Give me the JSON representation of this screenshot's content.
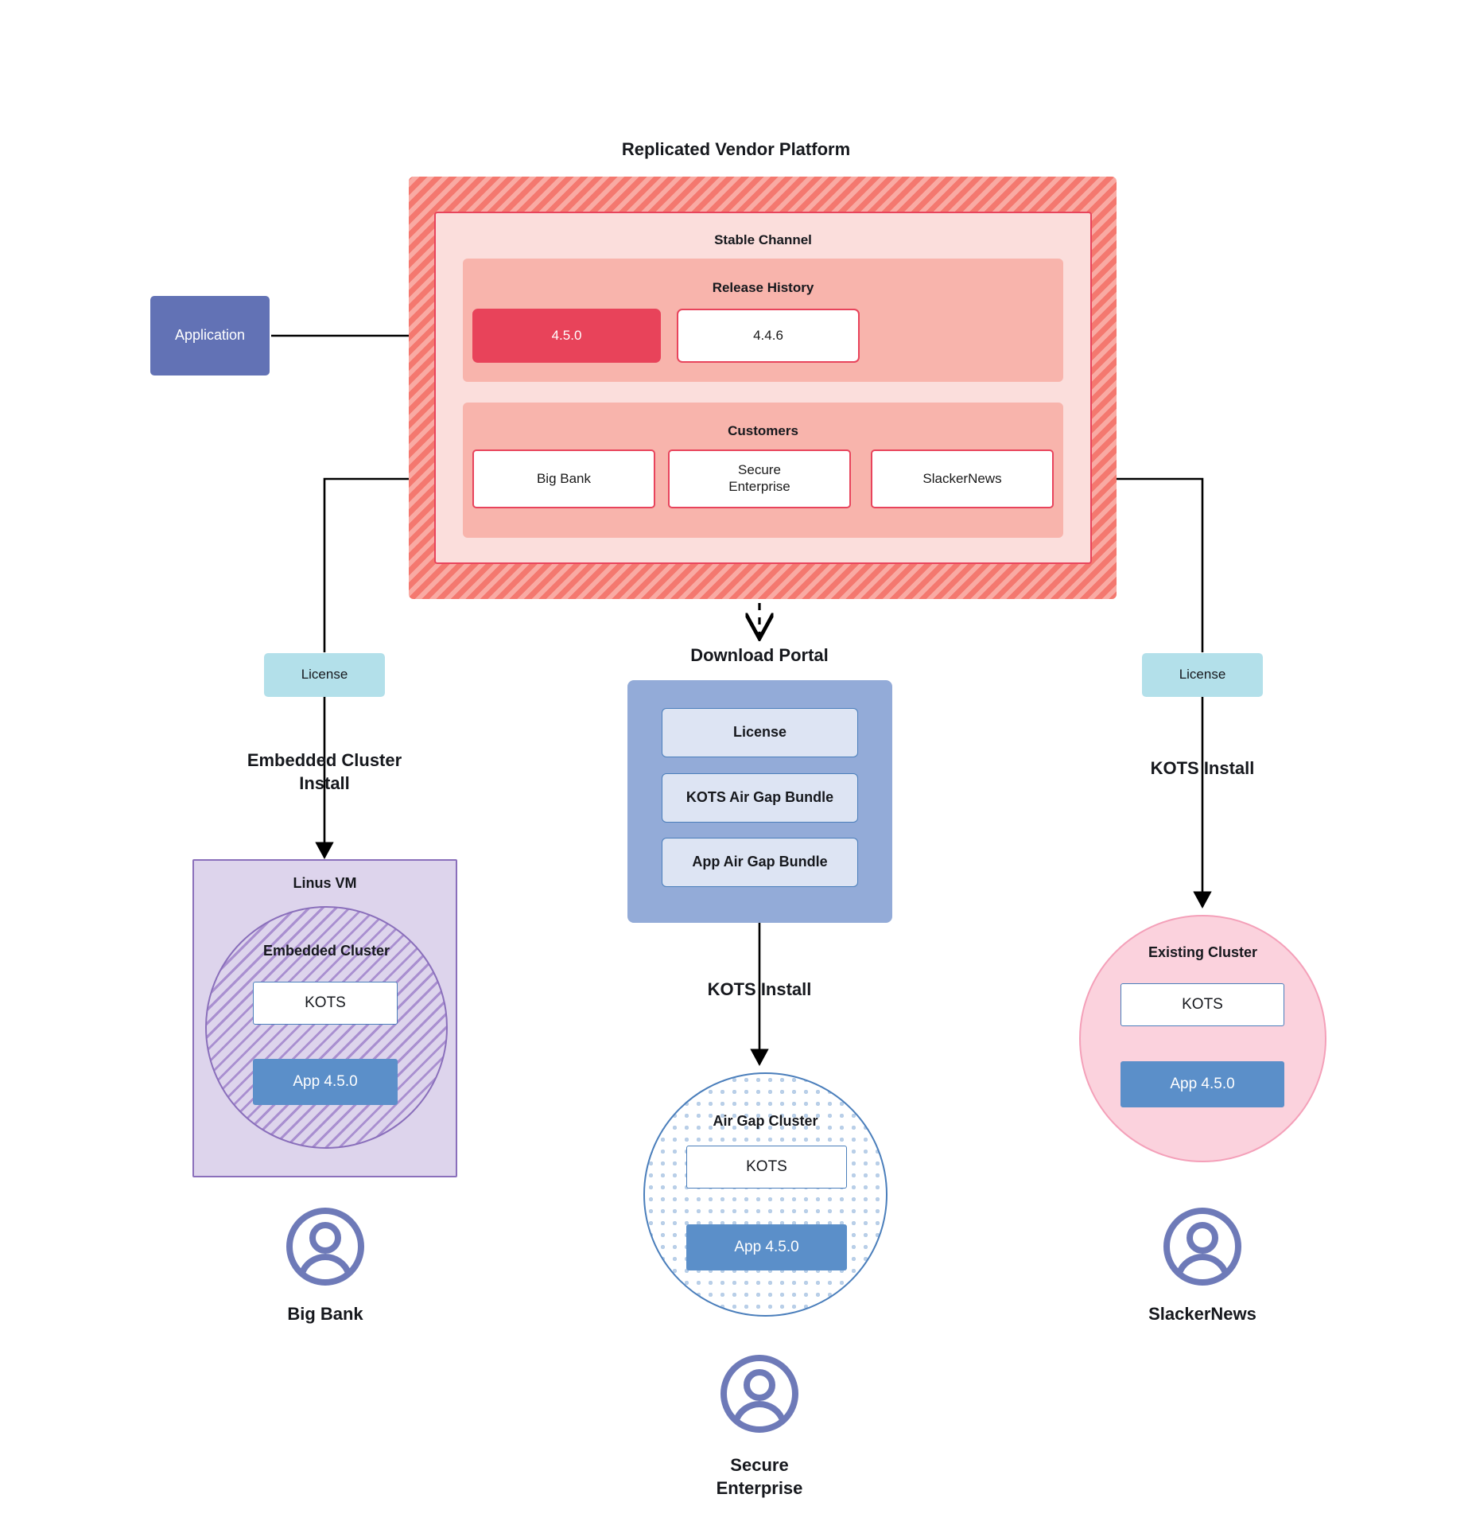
{
  "diagram": {
    "title": "Replicated Vendor Platform",
    "type": "architecture-flow"
  },
  "source": {
    "application_label": "Application"
  },
  "vendor_platform": {
    "channel_title": "Stable Channel",
    "release_history": {
      "title": "Release History",
      "releases": [
        {
          "version": "4.5.0",
          "state": "active"
        },
        {
          "version": "4.4.6",
          "state": "previous"
        }
      ]
    },
    "customers": {
      "title": "Customers",
      "items": [
        {
          "name": "Big Bank"
        },
        {
          "name": "Secure\nEnterprise"
        },
        {
          "name": "SlackerNews"
        }
      ]
    }
  },
  "branches": {
    "left": {
      "license_label": "License",
      "install_label": "Embedded Cluster\nInstall",
      "host_title": "Linus VM",
      "cluster_title": "Embedded Cluster",
      "kots_label": "KOTS",
      "app_label": "App 4.5.0",
      "persona": "Big Bank"
    },
    "center": {
      "portal_title": "Download  Portal",
      "portal_items": [
        {
          "label": "License"
        },
        {
          "label": "KOTS Air Gap Bundle"
        },
        {
          "label": "App Air Gap Bundle"
        }
      ],
      "install_label": "KOTS Install",
      "cluster_title": "Air Gap Cluster",
      "kots_label": "KOTS",
      "app_label": "App 4.5.0",
      "persona": "Secure\nEnterprise"
    },
    "right": {
      "license_label": "License",
      "install_label": "KOTS Install",
      "cluster_title": "Existing Cluster",
      "kots_label": "KOTS",
      "app_label": "App 4.5.0",
      "persona": "SlackerNews"
    }
  },
  "colors": {
    "vendor_hatch": "#f4786f",
    "channel_bg": "#fbdedc",
    "panel_bg": "#f8b4ac",
    "release_active": "#e8435a",
    "accent_red": "#e8445c",
    "application_purple": "#6272b5",
    "license_cyan": "#b3e0ea",
    "portal_blue": "#93abd8",
    "portal_item_blue": "#dde4f3",
    "kots_border_blue": "#4a7ebb",
    "app_blue": "#5b8fc9",
    "vm_purple": "#ddd4ec",
    "vm_border": "#8a6fbb",
    "existing_pink": "#fbd2dd",
    "existing_border": "#f4a0b9",
    "avatar_purple": "#6e7ab8",
    "connector_black": "#000000"
  }
}
